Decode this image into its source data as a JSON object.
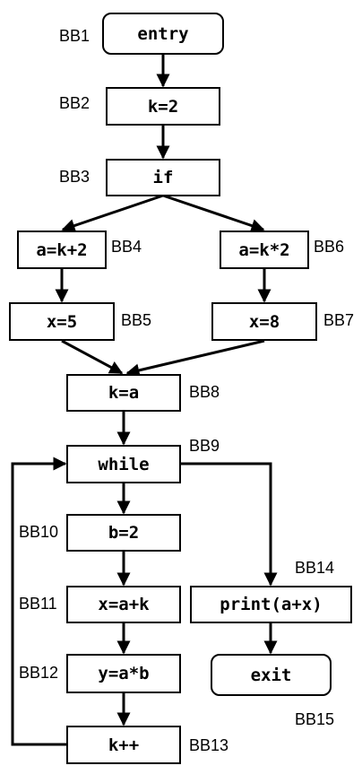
{
  "nodes": {
    "entry": {
      "label": "BB1",
      "text": "entry"
    },
    "k2": {
      "label": "BB2",
      "text": "k=2"
    },
    "if": {
      "label": "BB3",
      "text": "if"
    },
    "ak2": {
      "label": "BB4",
      "text": "a=k+2"
    },
    "x5": {
      "label": "BB5",
      "text": "x=5"
    },
    "akm2": {
      "label": "BB6",
      "text": "a=k*2"
    },
    "x8": {
      "label": "BB7",
      "text": "x=8"
    },
    "ka": {
      "label": "BB8",
      "text": "k=a"
    },
    "while": {
      "label": "BB9",
      "text": "while"
    },
    "b2": {
      "label": "BB10",
      "text": "b=2"
    },
    "xak": {
      "label": "BB11",
      "text": "x=a+k"
    },
    "yab": {
      "label": "BB12",
      "text": "y=a*b"
    },
    "kinc": {
      "label": "BB13",
      "text": "k++"
    },
    "print": {
      "label": "BB14",
      "text": "print(a+x)"
    },
    "exit": {
      "label": "BB15",
      "text": "exit"
    }
  },
  "edges": [
    [
      "entry",
      "k2"
    ],
    [
      "k2",
      "if"
    ],
    [
      "if",
      "ak2"
    ],
    [
      "if",
      "akm2"
    ],
    [
      "ak2",
      "x5"
    ],
    [
      "akm2",
      "x8"
    ],
    [
      "x5",
      "ka"
    ],
    [
      "x8",
      "ka"
    ],
    [
      "ka",
      "while"
    ],
    [
      "while",
      "b2"
    ],
    [
      "b2",
      "xak"
    ],
    [
      "xak",
      "yab"
    ],
    [
      "yab",
      "kinc"
    ],
    [
      "kinc",
      "while"
    ],
    [
      "while",
      "print"
    ],
    [
      "print",
      "exit"
    ]
  ]
}
